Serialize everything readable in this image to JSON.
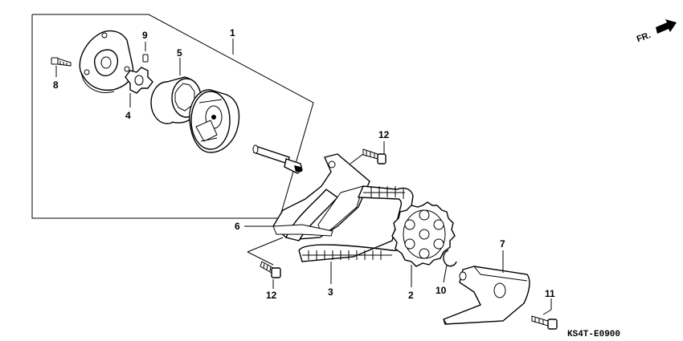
{
  "callouts": {
    "p1": "1",
    "p2": "2",
    "p3": "3",
    "p4": "4",
    "p5": "5",
    "p6": "6",
    "p7": "7",
    "p8": "8",
    "p9": "9",
    "p10": "10",
    "p11": "11",
    "p12a": "12",
    "p12b": "12"
  },
  "direction_label": "FR.",
  "diagram_code": "KS4T-E0900"
}
